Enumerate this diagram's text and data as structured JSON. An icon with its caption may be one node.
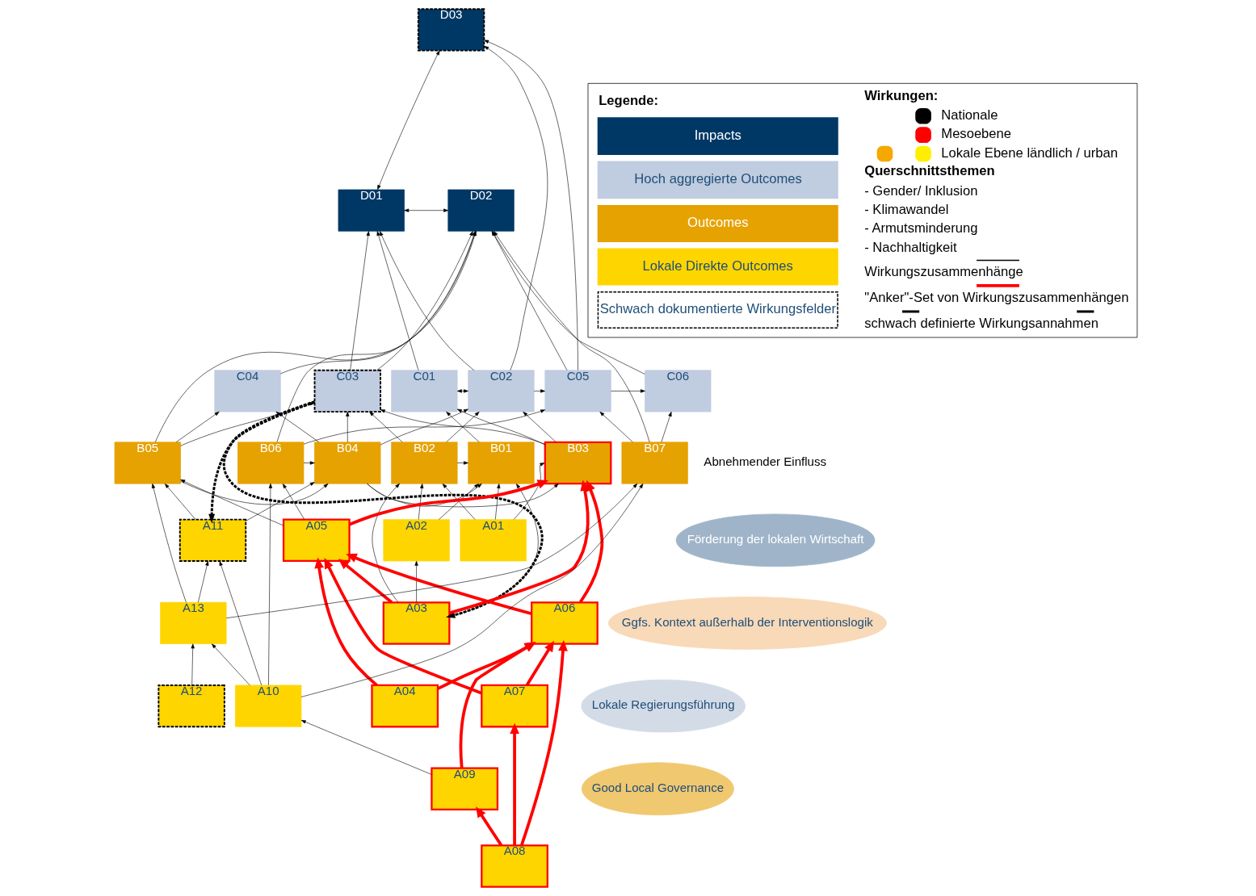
{
  "diagram": {
    "nodes": [
      {
        "text": [
          "D01"
        ]
      },
      {
        "text": [
          "D02"
        ]
      },
      {
        "text": [
          "D03"
        ]
      },
      {
        "text": [
          "C01"
        ]
      },
      {
        "text": [
          "C02"
        ]
      },
      {
        "text": [
          "C03"
        ]
      },
      {
        "text": [
          "C04"
        ]
      },
      {
        "text": [
          "C05"
        ]
      },
      {
        "text": [
          "C06"
        ]
      },
      {
        "text": [
          "B01"
        ]
      },
      {
        "text": [
          "B02"
        ]
      },
      {
        "text": [
          "B03"
        ]
      },
      {
        "text": [
          "B04"
        ]
      },
      {
        "text": [
          "B05"
        ]
      },
      {
        "text": [
          "B06"
        ]
      },
      {
        "text": [
          "B07"
        ]
      },
      {
        "text": [
          "A01"
        ]
      },
      {
        "text": [
          "A02"
        ]
      },
      {
        "text": [
          "A03"
        ]
      },
      {
        "text": [
          "A04"
        ]
      },
      {
        "text": [
          "A05"
        ]
      },
      {
        "text": [
          "A06"
        ]
      },
      {
        "text": [
          "A07"
        ]
      },
      {
        "text": [
          "A08"
        ]
      },
      {
        "text": [
          "A09"
        ]
      },
      {
        "text": [
          "A10"
        ]
      },
      {
        "text": [
          "A11"
        ]
      },
      {
        "text": [
          "A12"
        ]
      },
      {
        "text": [
          "A13"
        ]
      },
      {
        "text": [
          "Ggfs. Kontext außerhalb der Interventionslogik"
        ]
      },
      {
        "text": [
          "Good Local Governance"
        ]
      },
      {
        "text": [
          "Förderung der lokalen Wirtschaft"
        ]
      },
      {
        "text": [
          "Lokale Regierungsführung"
        ]
      }
    ],
    "edges": [
      {
        "from": 18,
        "to": 11,
        "arrow": "to",
        "style": "thick",
        "color": "#ff0000"
      },
      {
        "from": 18,
        "to": 20,
        "arrow": "to",
        "style": "thick",
        "color": "#ff0000"
      },
      {
        "from": 20,
        "to": 11,
        "arrow": "to",
        "style": "thick",
        "color": "#ff0000"
      },
      {
        "from": 21,
        "to": 11,
        "arrow": "to",
        "style": "thick",
        "color": "#ff0000"
      },
      {
        "from": 21,
        "to": 20,
        "arrow": "to",
        "style": "thick",
        "color": "#ff0000"
      },
      {
        "from": 19,
        "to": 20,
        "arrow": "to",
        "style": "thick",
        "color": "#ff0000"
      },
      {
        "from": 19,
        "to": 21,
        "arrow": "to",
        "style": "thick",
        "color": "#ff0000"
      },
      {
        "from": 22,
        "to": 20,
        "arrow": "to",
        "style": "thick",
        "color": "#ff0000"
      },
      {
        "from": 22,
        "to": 21,
        "arrow": "to",
        "style": "thick",
        "color": "#ff0000"
      },
      {
        "from": 23,
        "to": 22,
        "arrow": "to",
        "style": "thick",
        "color": "#ff0000"
      },
      {
        "from": 23,
        "to": 21,
        "arrow": "to",
        "style": "thick",
        "color": "#ff0000"
      },
      {
        "from": 23,
        "to": 24,
        "arrow": "to",
        "style": "thick",
        "color": "#ff0000"
      },
      {
        "from": 24,
        "to": 21,
        "arrow": "to",
        "style": "thick",
        "color": "#ff0000"
      },
      {
        "from": 5,
        "to": 18,
        "arrow": "to",
        "style": "dashed"
      },
      {
        "from": 5,
        "to": 26,
        "arrow": "to",
        "style": "dashed"
      },
      {
        "from": 3,
        "to": 0,
        "arrow": "to"
      },
      {
        "from": 4,
        "to": 0,
        "arrow": "to"
      },
      {
        "from": 5,
        "to": 0,
        "arrow": "to"
      },
      {
        "from": 3,
        "to": 4,
        "arrow": "both"
      },
      {
        "from": 0,
        "to": 2,
        "arrow": "both"
      },
      {
        "from": 0,
        "to": 1,
        "arrow": "both"
      },
      {
        "from": 4,
        "to": 2,
        "arrow": "to"
      },
      {
        "from": 7,
        "to": 2,
        "arrow": "to"
      },
      {
        "from": 5,
        "to": 1,
        "arrow": "to"
      },
      {
        "from": 4,
        "to": 7,
        "arrow": "to"
      },
      {
        "from": 6,
        "to": 1,
        "arrow": "to"
      },
      {
        "from": 13,
        "to": 1,
        "arrow": "to"
      },
      {
        "from": 7,
        "to": 1,
        "arrow": "to"
      },
      {
        "from": 8,
        "to": 1,
        "arrow": "to"
      },
      {
        "from": 14,
        "to": 1,
        "arrow": "to"
      },
      {
        "from": 15,
        "to": 1,
        "arrow": "to"
      },
      {
        "from": 7,
        "to": 8,
        "arrow": "to"
      },
      {
        "from": 9,
        "to": 3,
        "arrow": "to"
      },
      {
        "from": 10,
        "to": 4,
        "arrow": "to"
      },
      {
        "from": 10,
        "to": 5,
        "arrow": "to"
      },
      {
        "from": 11,
        "to": 3,
        "arrow": "to"
      },
      {
        "from": 11,
        "to": 4,
        "arrow": "to"
      },
      {
        "from": 11,
        "to": 5,
        "arrow": "to"
      },
      {
        "from": 12,
        "to": 4,
        "arrow": "to"
      },
      {
        "from": 12,
        "to": 5,
        "arrow": "to"
      },
      {
        "from": 12,
        "to": 6,
        "arrow": "to"
      },
      {
        "from": 13,
        "to": 5,
        "arrow": "to"
      },
      {
        "from": 13,
        "to": 6,
        "arrow": "to"
      },
      {
        "from": 14,
        "to": 7,
        "arrow": "to"
      },
      {
        "from": 15,
        "to": 7,
        "arrow": "to"
      },
      {
        "from": 15,
        "to": 8,
        "arrow": "to"
      },
      {
        "from": 12,
        "to": 9,
        "arrow": "to"
      },
      {
        "from": 12,
        "to": 11,
        "arrow": "to"
      },
      {
        "from": 13,
        "to": 12,
        "arrow": "to"
      },
      {
        "from": 14,
        "to": 12,
        "arrow": "to"
      },
      {
        "from": 10,
        "to": 9,
        "arrow": "to"
      },
      {
        "from": 16,
        "to": 9,
        "arrow": "to"
      },
      {
        "from": 16,
        "to": 10,
        "arrow": "to"
      },
      {
        "from": 16,
        "to": 11,
        "arrow": "to"
      },
      {
        "from": 17,
        "to": 9,
        "arrow": "to"
      },
      {
        "from": 17,
        "to": 10,
        "arrow": "to"
      },
      {
        "from": 18,
        "to": 9,
        "arrow": "to"
      },
      {
        "from": 18,
        "to": 10,
        "arrow": "to"
      },
      {
        "from": 18,
        "to": 17,
        "arrow": "to"
      },
      {
        "from": 20,
        "to": 13,
        "arrow": "to"
      },
      {
        "from": 20,
        "to": 14,
        "arrow": "to"
      },
      {
        "from": 26,
        "to": 12,
        "arrow": "to"
      },
      {
        "from": 26,
        "to": 13,
        "arrow": "to"
      },
      {
        "from": 25,
        "to": 14,
        "arrow": "to"
      },
      {
        "from": 25,
        "to": 15,
        "arrow": "to"
      },
      {
        "from": 25,
        "to": 26,
        "arrow": "to"
      },
      {
        "from": 25,
        "to": 28,
        "arrow": "to"
      },
      {
        "from": 28,
        "to": 15,
        "arrow": "to"
      },
      {
        "from": 28,
        "to": 26,
        "arrow": "to"
      },
      {
        "from": 28,
        "to": 13,
        "arrow": "to"
      },
      {
        "from": 27,
        "to": 28,
        "arrow": "to"
      },
      {
        "from": 24,
        "to": 25,
        "arrow": "to"
      }
    ],
    "labels": [
      "Legende:",
      "Wirkungen:",
      "Querschnittsthemen",
      "- Gender/ Inklusion",
      "- Klimawandel",
      "- Armutsminderung",
      "- Nachhaltigkeit",
      "Abnehmender Einfluss"
    ],
    "legend": [
      {
        "text": "Impacts",
        "color": "#003865"
      },
      {
        "text": "Hoch aggregierte Outcomes",
        "color": "#c0cce0"
      },
      {
        "text": "Outcomes",
        "color": "#e6a200"
      },
      {
        "text": "Lokale Direkte Outcomes",
        "color": "#ffd500"
      },
      {
        "text": "Schwach dokumentierte Wirkungsfelder"
      },
      {
        "text": "Nationale",
        "color": "#000000"
      },
      {
        "text": "Mesoebene",
        "color": "#ff0000"
      },
      {
        "text": "Lokale Ebene ländlich / urban",
        "color": "#ffee00"
      },
      {
        "text": "Wirkungszusammenhänge"
      },
      {
        "text": "\"Anker\"-Set von Wirkungszusammenhängen"
      },
      {
        "text": "schwach definierte Wirkungsannahmen"
      }
    ]
  }
}
